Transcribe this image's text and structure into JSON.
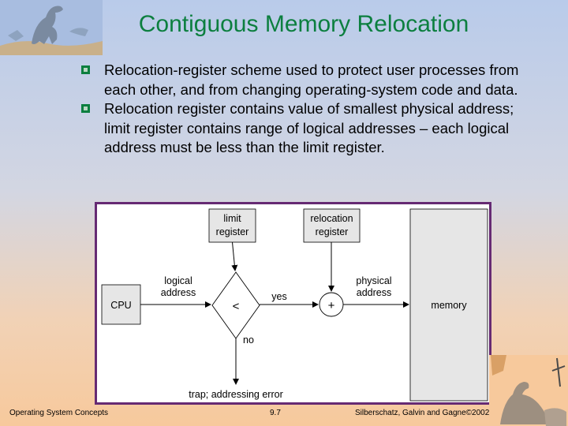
{
  "slide": {
    "title": "Contiguous Memory Relocation",
    "bullets": [
      "Relocation-register scheme used to protect user processes from each other, and from changing operating-system code and data.",
      "Relocation register contains value of smallest physical address; limit register contains range of logical addresses – each logical address must be less than the limit register."
    ],
    "footer": {
      "left": "Operating System Concepts",
      "center": "9.7",
      "right": "Silberschatz, Galvin and Gagne©2002"
    }
  },
  "diagram": {
    "limit_register": [
      "limit",
      "register"
    ],
    "relocation_register": [
      "relocation",
      "register"
    ],
    "cpu": "CPU",
    "logical_address": [
      "logical",
      "address"
    ],
    "compare": "<",
    "yes": "yes",
    "add": "+",
    "physical_address": [
      "physical",
      "address"
    ],
    "memory": "memory",
    "no": "no",
    "trap": "trap; addressing error"
  },
  "colors": {
    "title_green": "#0c7f3f",
    "diagram_border": "#662a73",
    "box_gray": "#e6e6e6"
  },
  "icons": [
    "dinosaur-logo-top-left",
    "dinosaur-logo-bottom-right"
  ]
}
